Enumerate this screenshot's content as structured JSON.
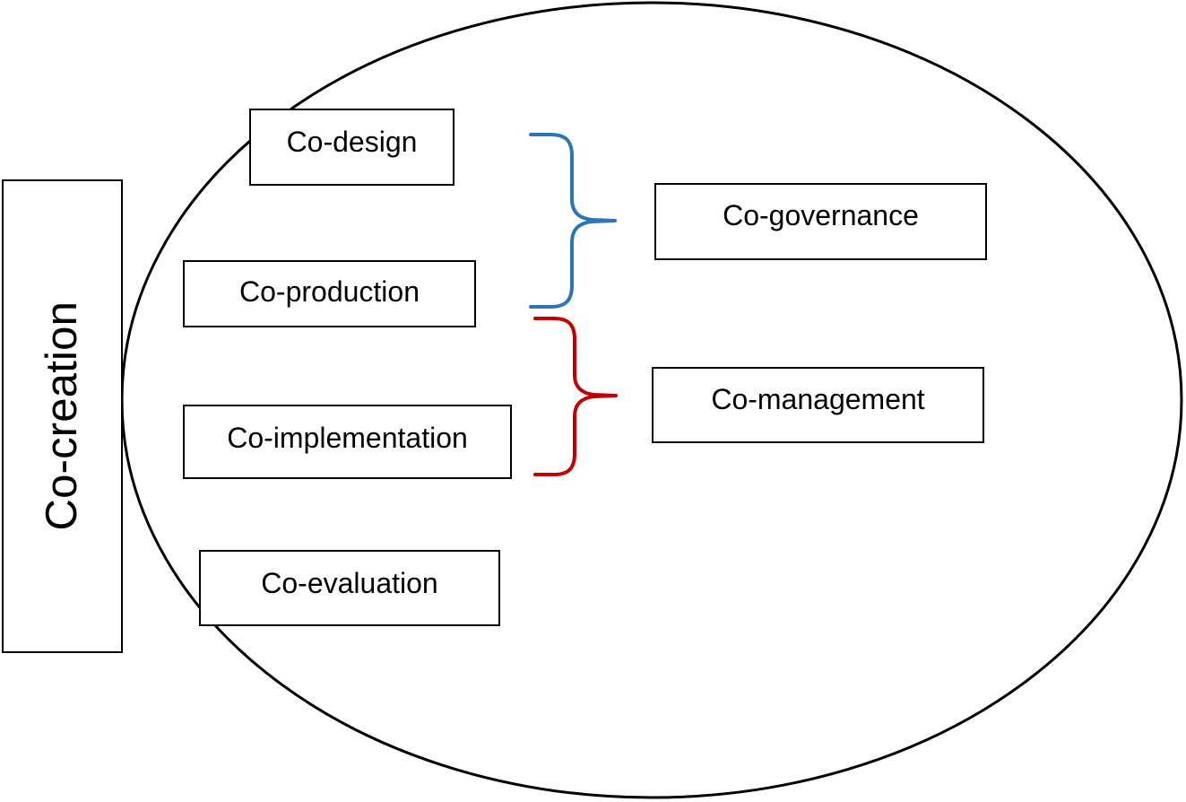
{
  "diagram": {
    "title": "Co-creation",
    "container_shape": "ellipse",
    "colors": {
      "outline": "#000000",
      "brace_governance": "#2E75B6",
      "brace_management": "#C00000",
      "background": "#FFFFFF"
    },
    "root": {
      "label": "Co-creation",
      "orientation": "vertical"
    },
    "stages": [
      {
        "id": "co-design",
        "label": "Co-design"
      },
      {
        "id": "co-production",
        "label": "Co-production"
      },
      {
        "id": "co-implementation",
        "label": "Co-implementation"
      },
      {
        "id": "co-evaluation",
        "label": "Co-evaluation"
      }
    ],
    "outcomes": [
      {
        "id": "co-governance",
        "label": "Co-governance",
        "brace_color": "#2E75B6",
        "groups": [
          "Co-design",
          "Co-production"
        ]
      },
      {
        "id": "co-management",
        "label": "Co-management",
        "brace_color": "#C00000",
        "groups": [
          "Co-production",
          "Co-implementation"
        ]
      }
    ]
  }
}
